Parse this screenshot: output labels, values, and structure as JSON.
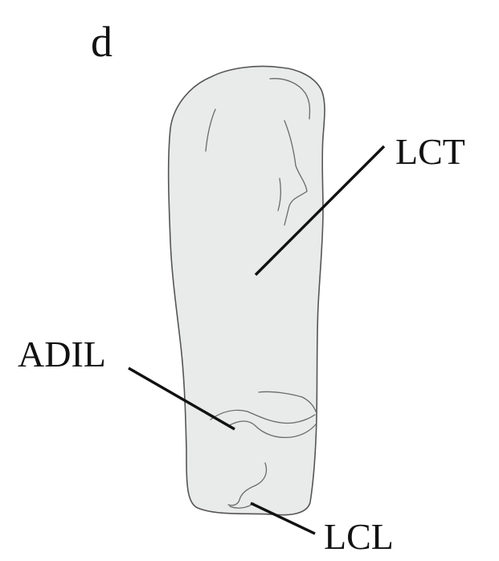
{
  "figure": {
    "panel_letter": "d",
    "labels": {
      "lct": "LCT",
      "adil": "ADIL",
      "lcl": "LCL"
    },
    "colors": {
      "bone_fill": "#e9eaea",
      "outline": "#555555",
      "leader_lines": "#111111",
      "text": "#111111"
    }
  }
}
